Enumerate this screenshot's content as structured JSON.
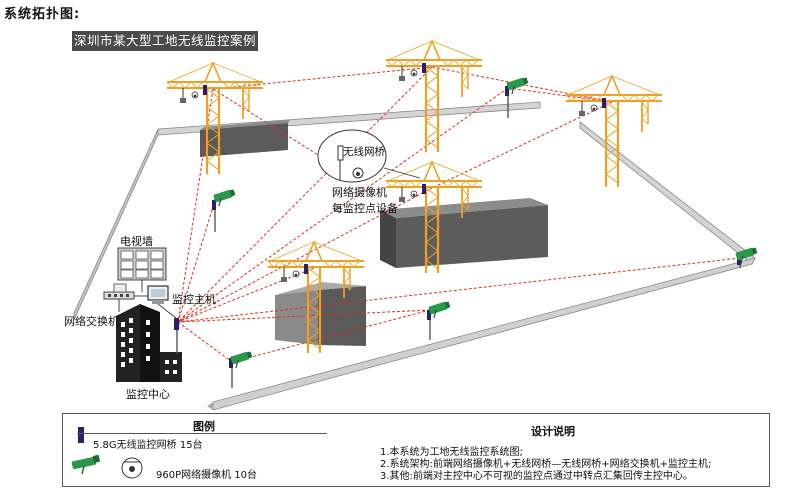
{
  "page_title": "系统拓扑图:",
  "case_title": "深圳市某大型工地无线监控案例",
  "labels": {
    "wireless_bridge": "无线网桥",
    "network_camera": "网络摄像机",
    "per_point": "每监控点设备",
    "tv_wall": "电视墙",
    "monitor_host": "监控主机",
    "network_switch": "网络交换机",
    "monitor_center": "监控中心"
  },
  "legend": {
    "title": "图例",
    "bridge_item": "5.8G无线监控网桥  15台",
    "camera_item": "960P网络摄像机  10台"
  },
  "design": {
    "title": "设计说明",
    "notes": [
      "1.本系统为工地无线监控系统图;",
      "2.系统架构:前端网络摄像机+无线网桥—无线网桥+网络交换机+监控主机;",
      "3.其他:前端对主控中心不可视的监控点通过中转点汇集回传主控中心。"
    ]
  },
  "colors": {
    "crane": "#f0a020",
    "link": "#e03020",
    "camera": "#2a9a4a",
    "bridge": "#2a1f6e",
    "building": "#555555",
    "wall": "#d0d0d0"
  }
}
